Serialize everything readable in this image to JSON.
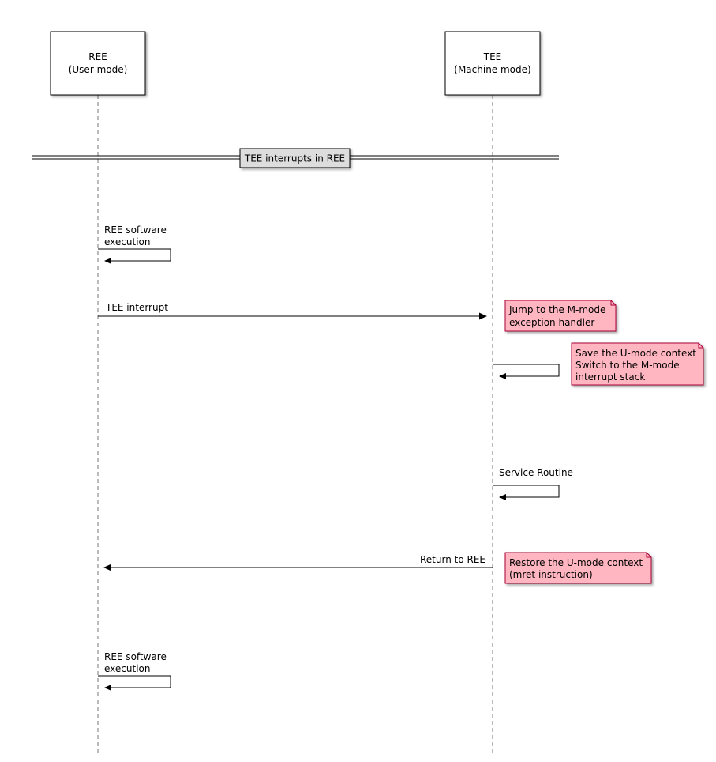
{
  "participants": [
    {
      "id": "ree",
      "name": "REE",
      "mode": "(User mode)"
    },
    {
      "id": "tee",
      "name": "TEE",
      "mode": "(Machine mode)"
    }
  ],
  "divider": {
    "label": "TEE interrupts in REE"
  },
  "messages": [
    {
      "id": "ree-exec-1",
      "kind": "self",
      "from": "ree",
      "lines": [
        "REE software",
        "execution"
      ]
    },
    {
      "id": "tee-interrupt",
      "kind": "call",
      "from": "ree",
      "to": "tee",
      "lines": [
        "TEE interrupt"
      ]
    },
    {
      "id": "save-context",
      "kind": "self",
      "from": "tee",
      "lines": []
    },
    {
      "id": "service-routine",
      "kind": "self",
      "from": "tee",
      "lines": [
        "Service Routine"
      ]
    },
    {
      "id": "return-to-ree",
      "kind": "call",
      "from": "tee",
      "to": "ree",
      "lines": [
        "Return to REE"
      ]
    },
    {
      "id": "ree-exec-2",
      "kind": "self",
      "from": "ree",
      "lines": [
        "REE software",
        "execution"
      ]
    }
  ],
  "notes": [
    {
      "id": "note-jump",
      "lines": [
        "Jump to the M-mode",
        "exception handler"
      ]
    },
    {
      "id": "note-save",
      "lines": [
        "Save the U-mode context",
        "Switch to the M-mode",
        "interrupt stack"
      ]
    },
    {
      "id": "note-restore",
      "lines": [
        "Restore the U-mode context",
        "(mret instruction)"
      ]
    }
  ],
  "colors": {
    "note_fill": "#ffb6c1",
    "note_border": "#a80036",
    "divider_fill": "#dddddd",
    "line": "#000000",
    "lifeline": "#777777"
  }
}
